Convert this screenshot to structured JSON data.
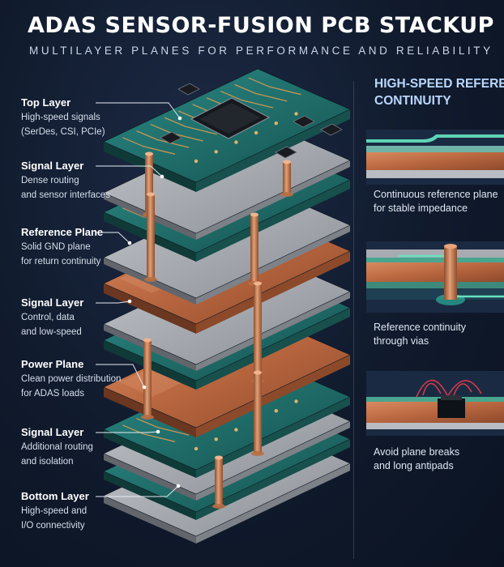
{
  "header": {
    "title": "ADAS SENSOR-FUSION PCB STACKUP",
    "subtitle": "MULTILAYER PLANES FOR PERFORMANCE AND RELIABILITY"
  },
  "layers": [
    {
      "title": "Top Layer",
      "desc": [
        "High-speed signals",
        "(SerDes, CSI, PCIe)"
      ]
    },
    {
      "title": "Signal Layer",
      "desc": [
        "Dense routing",
        "and sensor interfaces"
      ]
    },
    {
      "title": "Reference Plane",
      "desc": [
        "Solid GND plane",
        "for return continuity"
      ]
    },
    {
      "title": "Signal Layer",
      "desc": [
        "Control, data",
        "and low-speed"
      ]
    },
    {
      "title": "Power Plane",
      "desc": [
        "Clean power distribution",
        "for ADAS loads"
      ]
    },
    {
      "title": "Signal Layer",
      "desc": [
        "Additional routing",
        "and isolation"
      ]
    },
    {
      "title": "Bottom Layer",
      "desc": [
        "High-speed and",
        "I/O connectivity"
      ]
    }
  ],
  "right_panel": {
    "title_lines": [
      "HIGH-SPEED REFERENCE",
      "CONTINUITY"
    ],
    "items": [
      {
        "caption": [
          "Continuous reference plane",
          "for stable impedance"
        ]
      },
      {
        "caption": [
          "Reference continuity",
          "through vias"
        ]
      },
      {
        "caption": [
          "Avoid plane breaks",
          "and long antipads"
        ]
      }
    ]
  },
  "colors": {
    "background": "#101a2c",
    "green_pcb": "#1f6e6a",
    "copper": "#c0714a",
    "gray_core": "#a9adb3",
    "accent_text": "#b9d8ff"
  }
}
